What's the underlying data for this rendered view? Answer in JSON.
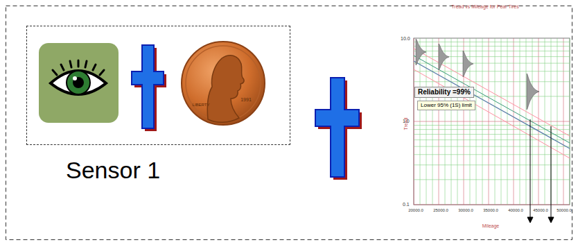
{
  "diagram": {
    "nodes": [
      {
        "text": [
          "Sensor 1"
        ]
      },
      {
        "text": [
          "Reliability =99%"
        ]
      },
      {
        "text": [
          "Lower 95% (1S) limit"
        ]
      }
    ],
    "labels": [
      "Tread vs Mileage for Pear Tires",
      "Tread",
      "Mileage",
      "10.0",
      "1.0",
      "0.1",
      "20000.0",
      "25000.0",
      "30000.0",
      "35000.0",
      "40000.0",
      "45000.0",
      "50000.0",
      "LIBERTY",
      "1991"
    ]
  }
}
